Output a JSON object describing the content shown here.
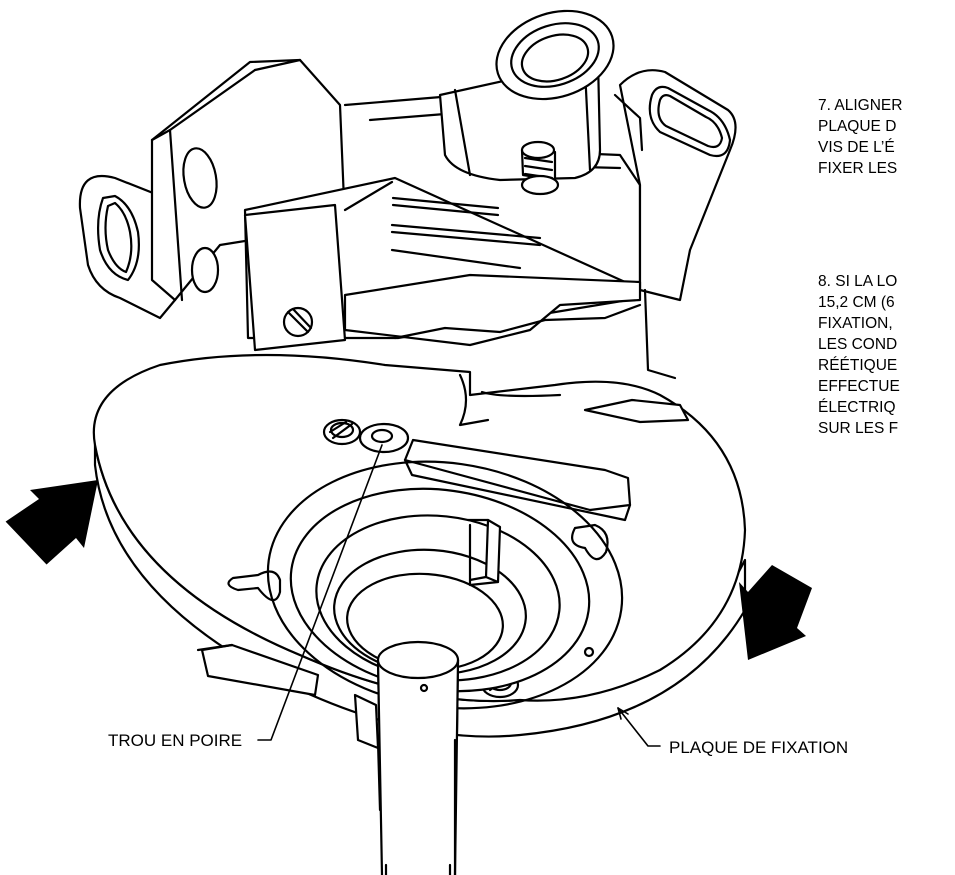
{
  "instructions": {
    "step7_lines": "7. ALIGNER\nPLAQUE D\nVIS DE L’É\nFIXER LES",
    "step8_lines": "8. SI LA LO\n15,2 CM (6\nFIXATION,\nLES COND\nRÉÉTIQUE\nEFFECTUE\nÉLECTRIQ\nSUR LES F"
  },
  "labels": {
    "keyhole": "TROU EN POIRE",
    "mounting_plate": "PLAQUE DE FIXATION"
  },
  "colors": {
    "line": "#000000",
    "fill": "#ffffff"
  }
}
